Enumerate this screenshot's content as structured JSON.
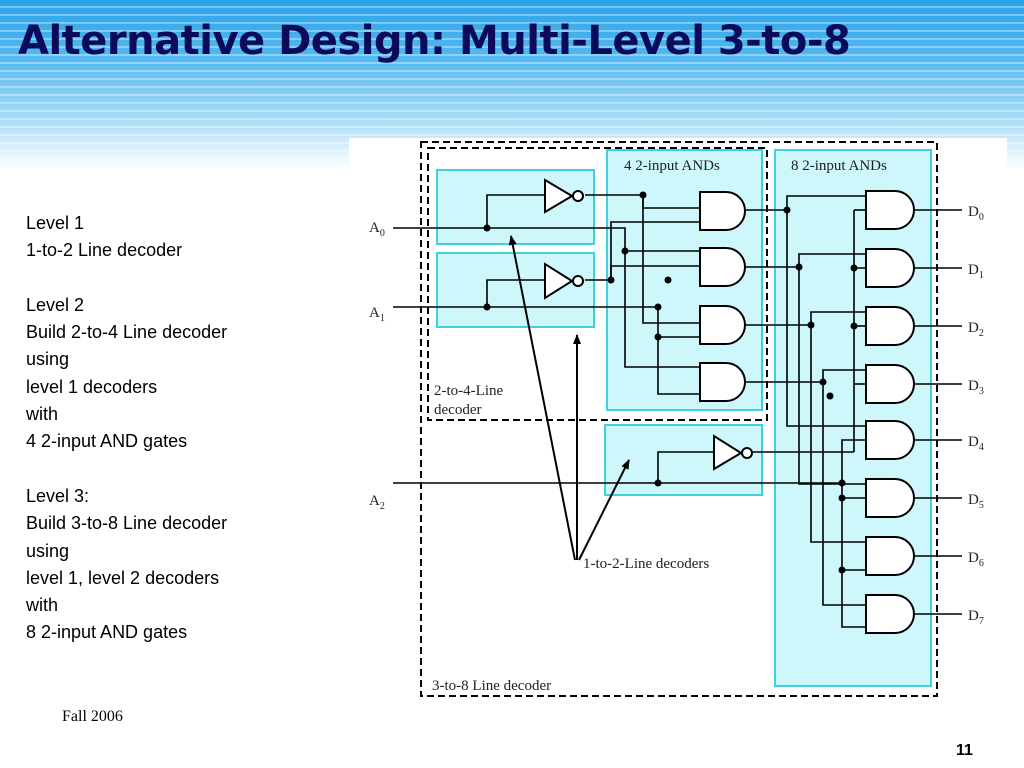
{
  "slide": {
    "title": "Alternative Design: Multi-Level 3-to-8",
    "footer": "Fall 2006",
    "page_number": "11"
  },
  "body_lines": [
    "Level 1",
    "1-to-2 Line decoder",
    "",
    "Level 2",
    "Build 2-to-4 Line decoder",
    "using",
    "level 1 decoders",
    "with",
    "4 2-input AND gates",
    "",
    "Level 3:",
    "Build 3-to-8 Line decoder",
    "using",
    "level 1, level 2 decoders",
    "with",
    "8 2-input AND gates"
  ],
  "diagram": {
    "inputs": [
      {
        "base": "A",
        "sub": "0"
      },
      {
        "base": "A",
        "sub": "1"
      },
      {
        "base": "A",
        "sub": "2"
      }
    ],
    "outputs": [
      {
        "base": "D",
        "sub": "0"
      },
      {
        "base": "D",
        "sub": "1"
      },
      {
        "base": "D",
        "sub": "2"
      },
      {
        "base": "D",
        "sub": "3"
      },
      {
        "base": "D",
        "sub": "4"
      },
      {
        "base": "D",
        "sub": "5"
      },
      {
        "base": "D",
        "sub": "6"
      },
      {
        "base": "D",
        "sub": "7"
      }
    ],
    "labels": {
      "and4": "4 2-input ANDs",
      "and8": "8 2-input ANDs",
      "dec24_line1": "2-to-4-Line",
      "dec24_line2": "decoder",
      "dec12": "1-to-2-Line decoders",
      "dec38": "3-to-8 Line decoder"
    },
    "colors": {
      "cyan_fill": "#cdf7fb",
      "cyan_border": "#3fd2de",
      "line": "#000000"
    }
  }
}
